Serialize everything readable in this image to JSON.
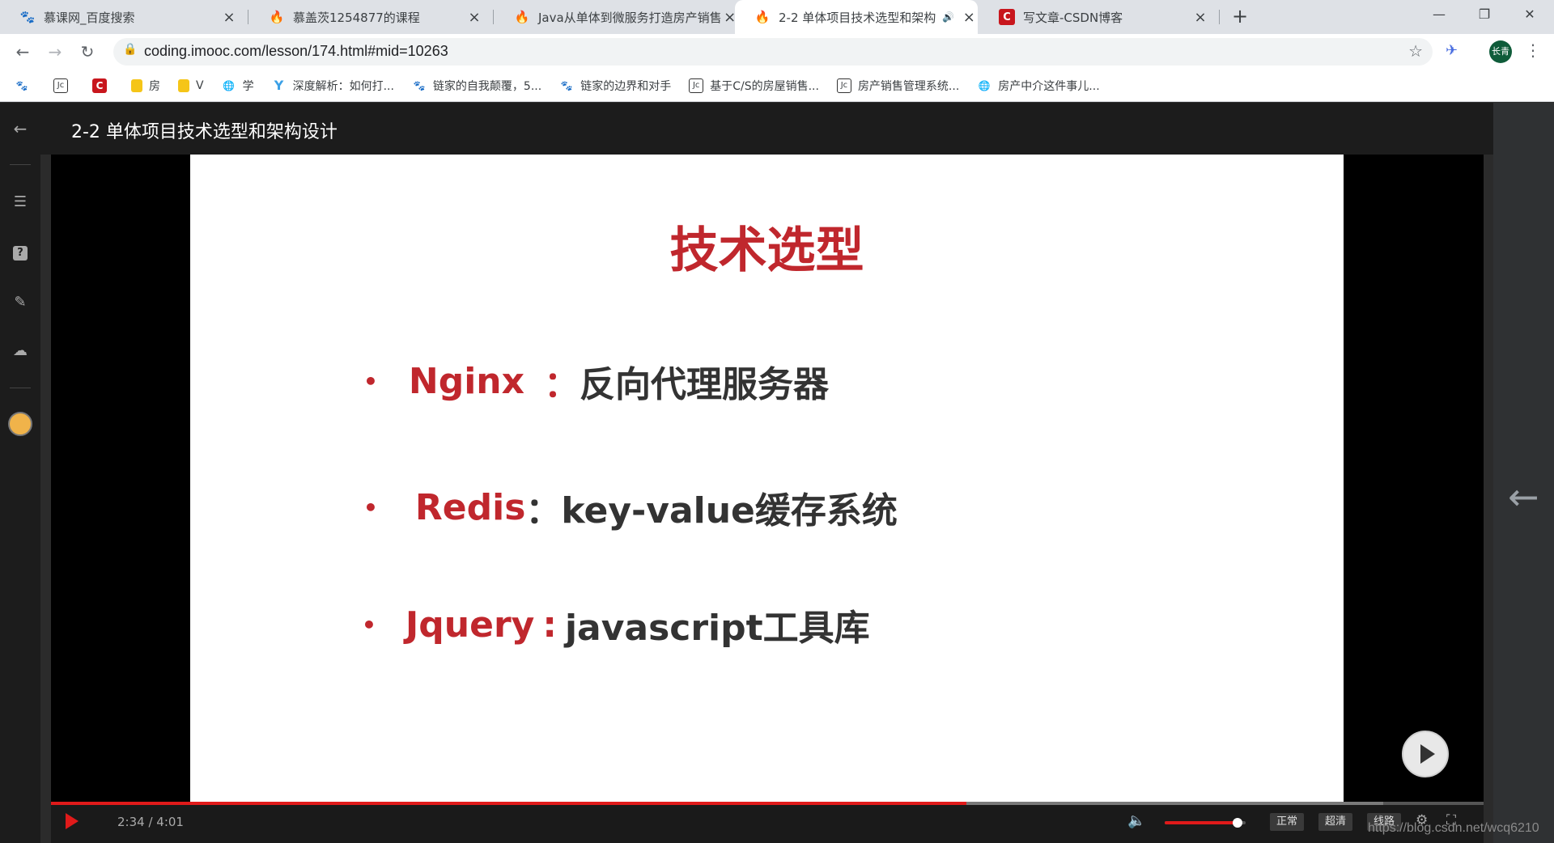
{
  "tabs": [
    {
      "title": "慕课网_百度搜索",
      "icon": "baidu-icon"
    },
    {
      "title": "慕盖茨1254877的课程",
      "icon": "imooc-fire-icon"
    },
    {
      "title": "Java从单体到微服务打造房产销售",
      "icon": "imooc-fire-icon"
    },
    {
      "title": "2-2 单体项目技术选型和架构",
      "icon": "imooc-fire-icon",
      "active": true
    },
    {
      "title": "写文章-CSDN博客",
      "icon": "csdn-icon"
    }
  ],
  "toolbar": {
    "url": "coding.imooc.com/lesson/174.html#mid=10263",
    "avatar_label": "长青"
  },
  "bookmarks": [
    {
      "label": "",
      "icon": "baidu-icon"
    },
    {
      "label": "",
      "icon": "apps-icon"
    },
    {
      "label": "",
      "icon": "csdn-icon"
    },
    {
      "label": "房",
      "icon": "folder-icon"
    },
    {
      "label": "V",
      "icon": "folder-icon"
    },
    {
      "label": "学",
      "icon": "globe-icon"
    },
    {
      "label": "深度解析：如何打...",
      "icon": "y-icon"
    },
    {
      "label": "链家的自我颠覆，5...",
      "icon": "baidu-icon"
    },
    {
      "label": "链家的边界和对手",
      "icon": "baidu-icon"
    },
    {
      "label": "基于C/S的房屋销售...",
      "icon": "apps-icon"
    },
    {
      "label": "房产销售管理系统...",
      "icon": "apps-icon"
    },
    {
      "label": "房产中介这件事儿...",
      "icon": "globe-icon"
    }
  ],
  "lesson": {
    "title": "2-2 单体项目技术选型和架构设计"
  },
  "slide": {
    "title": "技术选型",
    "items": [
      {
        "term": "Nginx",
        "sep": "：",
        "desc": "反向代理服务器"
      },
      {
        "term": "Redis",
        "sep": "：",
        "desc": "key-value缓存系统"
      },
      {
        "term": "Jquery",
        "sep": ":",
        "desc": "javascript工具库"
      }
    ]
  },
  "player": {
    "time": "2:34 / 4:01",
    "progress": 0.639,
    "buffered": 0.93,
    "volume": 0.9,
    "quality_normal": "正常",
    "quality_hd": "超清",
    "quality_line": "线路"
  },
  "watermark": "https://blog.csdn.net/wcq6210",
  "colors": {
    "accent_red": "#c0272d",
    "player_red": "#e01a1a"
  }
}
